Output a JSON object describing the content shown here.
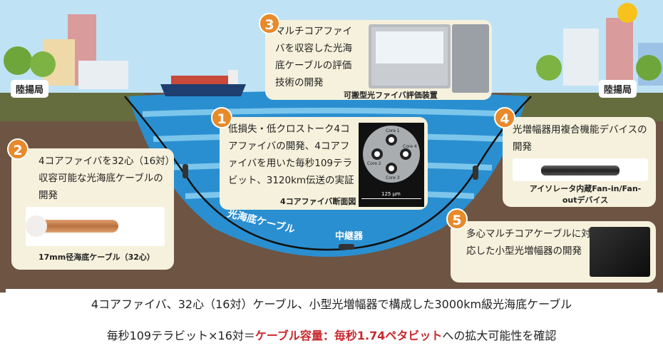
{
  "stations": {
    "left": "陸揚局",
    "right": "陸揚局"
  },
  "cable_label": "光海底ケーブル",
  "repeater_label": "中継器",
  "items": [
    {
      "number": "1",
      "text": "低損失・低クロストーク4コアファイバの開発、4コアファイバを用いた毎秒109テラビット、3120km伝送の実証",
      "caption": "4コアファイバ断面図",
      "cores": [
        "Core 1",
        "Core 2",
        "Core 3",
        "Core 4"
      ],
      "scale": "125 µm"
    },
    {
      "number": "2",
      "text": "4コアファイバを32心（16対）収容可能な光海底ケーブルの開発",
      "caption": "17mm径海底ケーブル（32心）"
    },
    {
      "number": "3",
      "text": "マルチコアファイバを収容した光海底ケーブルの評価技術の開発",
      "caption": "可搬型光ファイバ評価装置"
    },
    {
      "number": "4",
      "text": "光増幅器用複合機能デバイスの開発",
      "caption": "アイソレータ内蔵Fan-in/Fan-outデバイス"
    },
    {
      "number": "5",
      "text": "多心マルチコアケーブルに対応した小型光増幅器の開発"
    }
  ],
  "summary": {
    "line1": "4コアファイバ、32心（16対）ケーブル、小型光増幅器で構成した3000km級光海底ケーブル",
    "line2_prefix": "毎秒109テラビット×16対＝",
    "line2_highlight": "ケーブル容量：毎秒1.74ペタビット",
    "line2_suffix": "への拡大可能性を確認"
  },
  "colors": {
    "accent": "#e8892a",
    "highlight": "#c8282d",
    "sea": "#2a8fd0"
  }
}
